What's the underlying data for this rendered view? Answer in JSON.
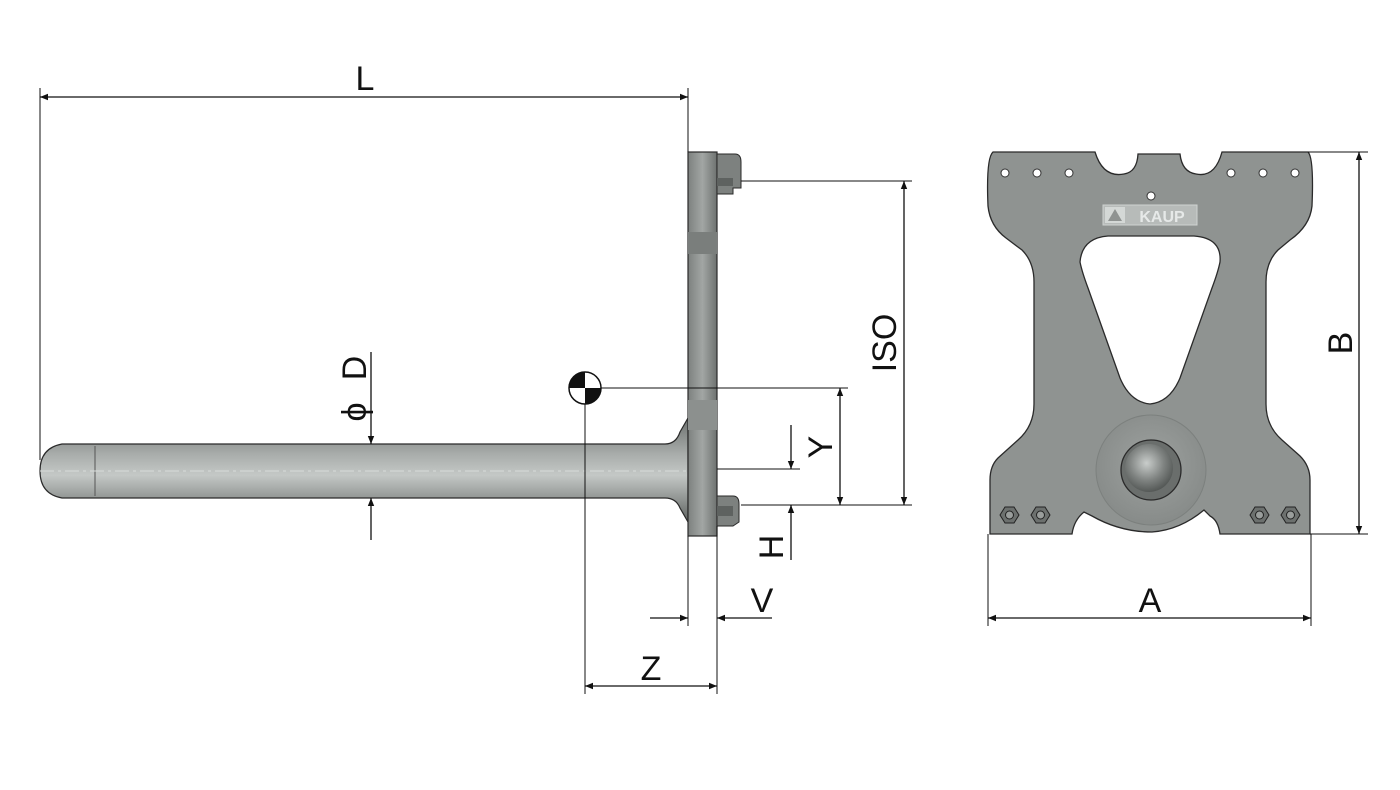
{
  "dimensions": {
    "L": "L",
    "D_symbol": "ϕ",
    "D": "D",
    "ISO": "ISO",
    "Y": "Y",
    "H": "H",
    "V": "V",
    "Z": "Z",
    "A": "A",
    "B": "B"
  },
  "logo": {
    "text": "KAUP"
  },
  "colors": {
    "steel": "#8e9290",
    "steel_dark": "#6e7270",
    "steel_light": "#b4b8b6",
    "line": "#111111"
  }
}
